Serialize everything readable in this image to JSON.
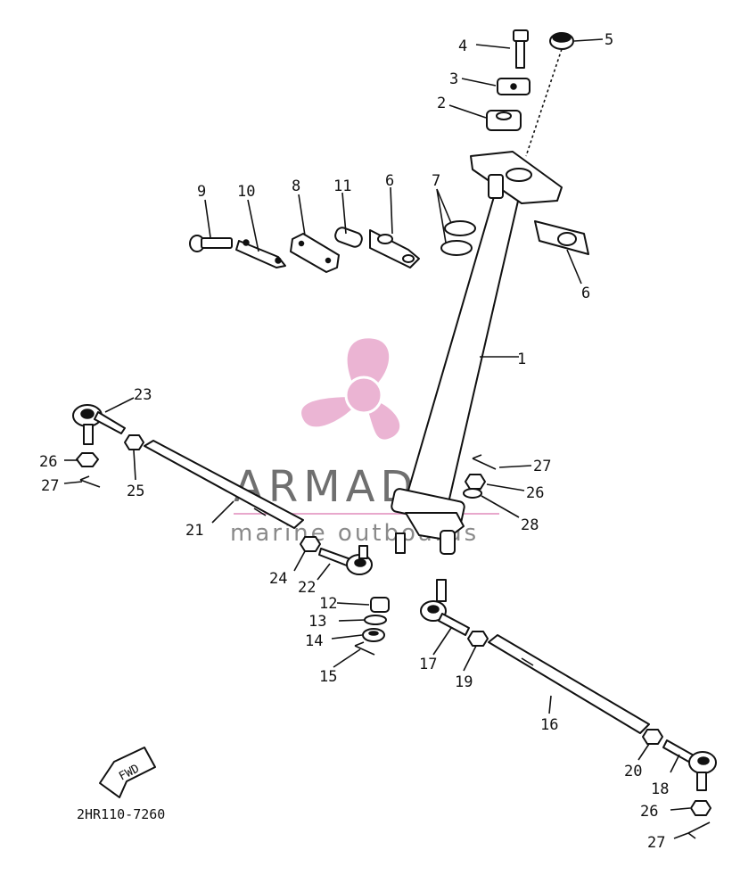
{
  "diagram": {
    "drawing_code": "2HR110-7260",
    "fwd_label": "FWD",
    "callouts": [
      "1",
      "2",
      "3",
      "4",
      "5",
      "6",
      "6",
      "7",
      "8",
      "9",
      "10",
      "11",
      "12",
      "13",
      "14",
      "15",
      "16",
      "17",
      "18",
      "19",
      "20",
      "21",
      "22",
      "23",
      "24",
      "25",
      "26",
      "26",
      "26",
      "27",
      "27",
      "27",
      "28"
    ]
  },
  "watermark": {
    "brand": "ARMADA",
    "tagline": "marine outboards",
    "logo": "propeller-logo",
    "color": "#e8a8cc"
  }
}
